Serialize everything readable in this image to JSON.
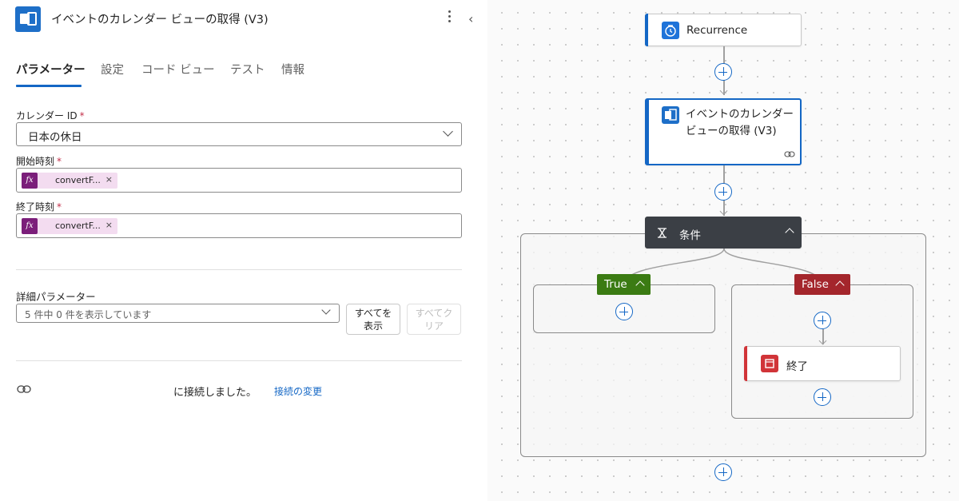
{
  "panel": {
    "title": "イベントのカレンダー ビューの取得 (V3)",
    "tabs": [
      "パラメーター",
      "設定",
      "コード ビュー",
      "テスト",
      "情報"
    ],
    "fields": {
      "calendar_label": "カレンダー ID",
      "calendar_value": "日本の休日",
      "start_label": "開始時刻",
      "start_token": "convertF...",
      "end_label": "終了時刻",
      "end_token": "convertF...",
      "required_mark": "*",
      "token_remove": "×"
    },
    "advanced": {
      "label": "詳細パラメーター",
      "summary": "5 件中 0 件を表示しています",
      "show_all": [
        "すべてを",
        "表示"
      ],
      "clear_all": [
        "すべてク",
        "リア"
      ]
    },
    "connection": {
      "text": "に接続しました。",
      "link": "接続の変更"
    }
  },
  "canvas": {
    "recurrence": "Recurrence",
    "calendar_action": [
      "イベントのカレンダー",
      "ビューの取得 (V3)"
    ],
    "condition": "条件",
    "true_label": "True",
    "false_label": "False",
    "terminate": "終了"
  },
  "colors": {
    "accent": "#1467c5",
    "condition_header": "#3b3f45",
    "true_branch": "#3b7b13",
    "false_branch": "#a4262c",
    "terminate_icon": "#d13438",
    "fx_token": "#7b1e7a"
  }
}
